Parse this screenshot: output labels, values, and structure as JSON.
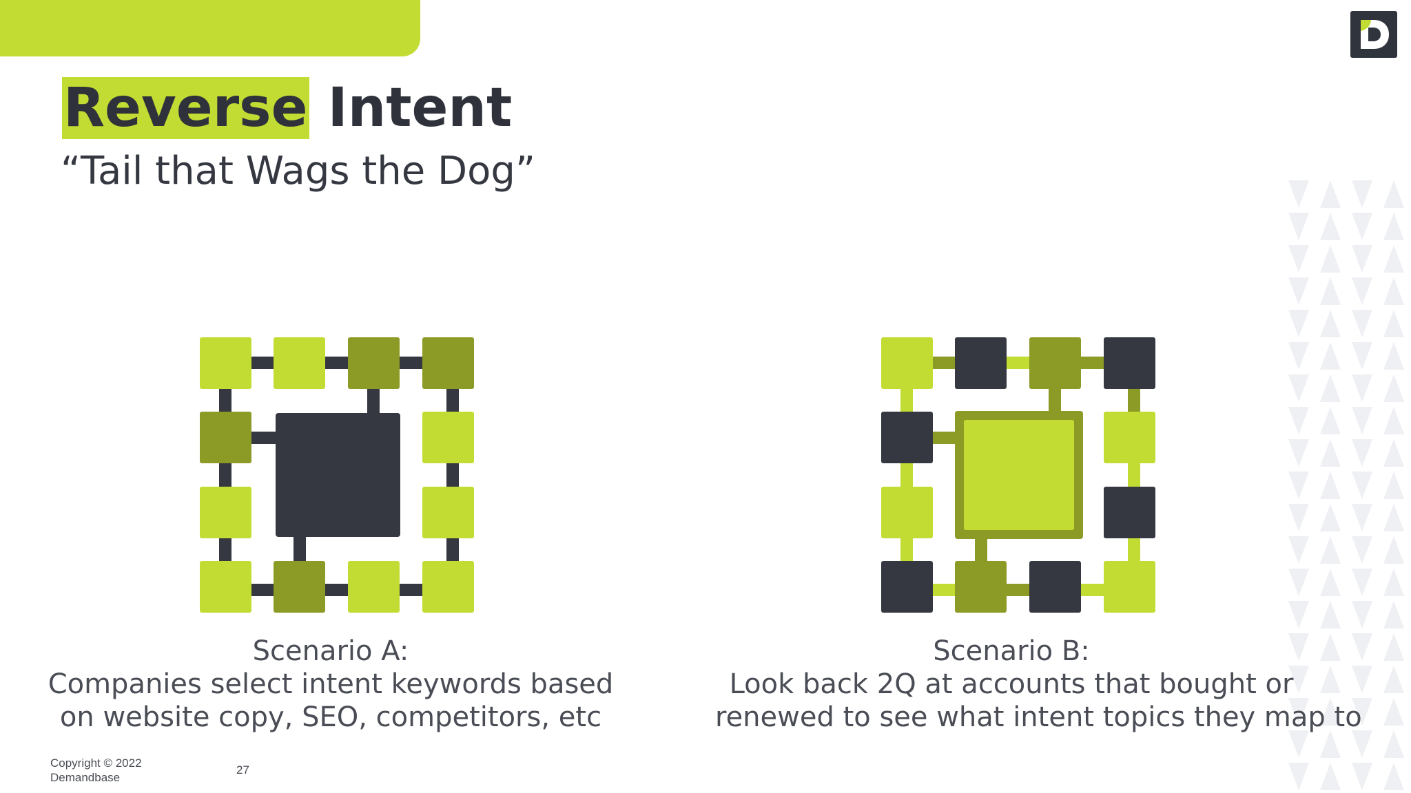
{
  "slide": {
    "title_highlight": "Reverse",
    "title_rest": "Intent",
    "subtitle": "“Tail that Wags the Dog”",
    "scenario_a": {
      "heading": "Scenario A:",
      "line1": "Companies select intent keywords based",
      "line2": "on website copy, SEO, competitors, etc"
    },
    "scenario_b": {
      "heading": "Scenario B:",
      "line1": "Look back 2Q at accounts that bought or",
      "line2": "renewed to see what intent topics they map to"
    },
    "footer": {
      "copyright_line1": "Copyright © 2022",
      "copyright_line2": "Demandbase",
      "page_number": "27"
    }
  },
  "icons": {
    "logo": "demandbase-d-logo-icon",
    "network_a": "account-network-icon",
    "network_b": "account-network-icon",
    "background_pattern": "triangle-pattern-icon"
  },
  "colors": {
    "accent_lime": "#c2dc33",
    "olive": "#8c9a26",
    "charcoal": "#353841",
    "text_gray": "#4a4d55"
  }
}
